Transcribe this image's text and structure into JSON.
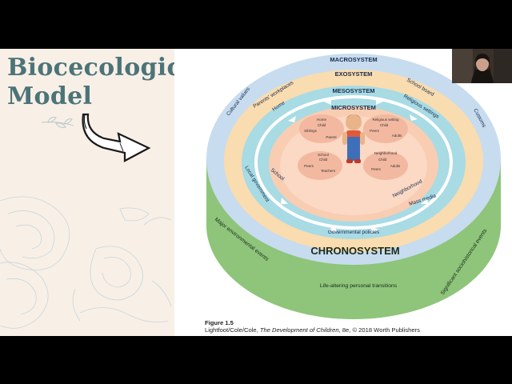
{
  "slide": {
    "title_line1": "Biocecological",
    "title_line2": "Model"
  },
  "diagram": {
    "macrosystem": "MACROSYSTEM",
    "exosystem": "EXOSYSTEM",
    "mesosystem": "MESOSYSTEM",
    "microsystem": "MICROSYSTEM",
    "chronosystem": "CHRONOSYSTEM",
    "cultural_values": "Cultural values",
    "parents_workplaces": "Parents' workplaces",
    "school_board": "School board",
    "customs": "Customs",
    "home": "Home",
    "religious_settings": "Religious settings",
    "school": "School",
    "neighborhood": "Neighborhood",
    "local_government": "Local government",
    "mass_media": "Mass media",
    "governmental_policies": "Governmental policies",
    "major_environmental_events": "Major environmental events",
    "significant_sociohistorical_events": "Significant sociohistorical events",
    "life_altering_transitions": "Life-altering personal transitions",
    "bubble_home": {
      "title": "Home",
      "left": "Siblings",
      "center": "Child",
      "right": "Parent"
    },
    "bubble_religion": {
      "title": "Religious setting",
      "left": "Peers",
      "center": "Child",
      "right": "Adults"
    },
    "bubble_school": {
      "title": "School",
      "left": "Peers",
      "center": "Child",
      "right": "Teachers"
    },
    "bubble_neighborhood": {
      "title": "Neighborhood",
      "left": "Peers",
      "center": "Child",
      "right": "Adults"
    }
  },
  "caption": {
    "figure": "Figure 1.5",
    "prefix": "Lightfoot/Cole/Cole, ",
    "book_title": "The Development of Children",
    "suffix": ", 8e, © 2018 Worth Publishers"
  },
  "colors": {
    "background": "#000000",
    "left_panel": "#f8efe6",
    "title": "#4b7478",
    "macrosystem": "#c7dcef",
    "exosystem": "#f9dcb0",
    "mesosystem": "#a8dbe4",
    "microsystem": "#f8cdb2",
    "chronosystem": "#8ec57a"
  }
}
